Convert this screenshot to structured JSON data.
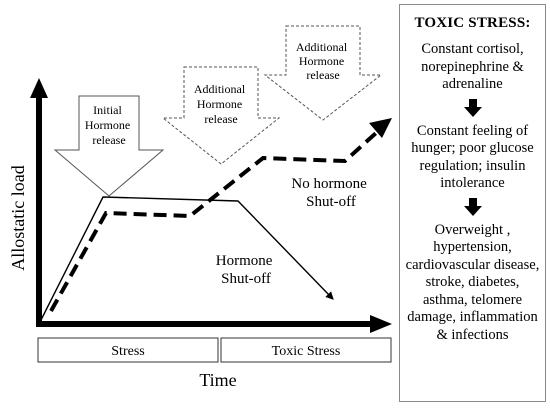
{
  "diagram": {
    "y_axis_label": "Allostatic load",
    "x_axis_label": "Time",
    "phases": [
      "Stress",
      "Toxic Stress"
    ],
    "release_arrows": [
      "Initial\nHormone\nrelease",
      "Additional\nHormone\nrelease",
      "Additional\nHormone\nrelease"
    ],
    "annotations": {
      "shutoff": "Hormone\nShut-off",
      "no_shutoff": "No hormone\nShut-off"
    }
  },
  "sidebar": {
    "title": "TOXIC STRESS:",
    "items": [
      "Constant cortisol, norepinephrine & adrenaline",
      "Constant feeling of hunger; poor glucose regulation; insulin intolerance",
      "Overweight , hypertension, cardiovascular disease, stroke, diabetes, asthma, telomere damage, inflammation & infections"
    ]
  }
}
